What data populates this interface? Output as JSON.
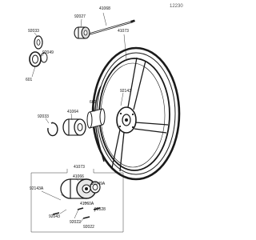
{
  "figure": {
    "ref_code": "12230"
  },
  "labels": {
    "p41068": "41068",
    "p92027": "92027",
    "p41073_upper": "41073",
    "p92033_top": "92033",
    "p92049": "92049",
    "p601_left": "601",
    "p92143": "92143",
    "p601_mid": "601",
    "p41064": "41064",
    "p92033_mid": "92033",
    "p41073_box": "41073",
    "p41066": "41066",
    "p92049A": "92049A",
    "p92143A": "92143A",
    "p41060A": "41060A",
    "p92043": "92043",
    "p92022": "92022",
    "p92028": "92028",
    "p92022B": "92022"
  }
}
